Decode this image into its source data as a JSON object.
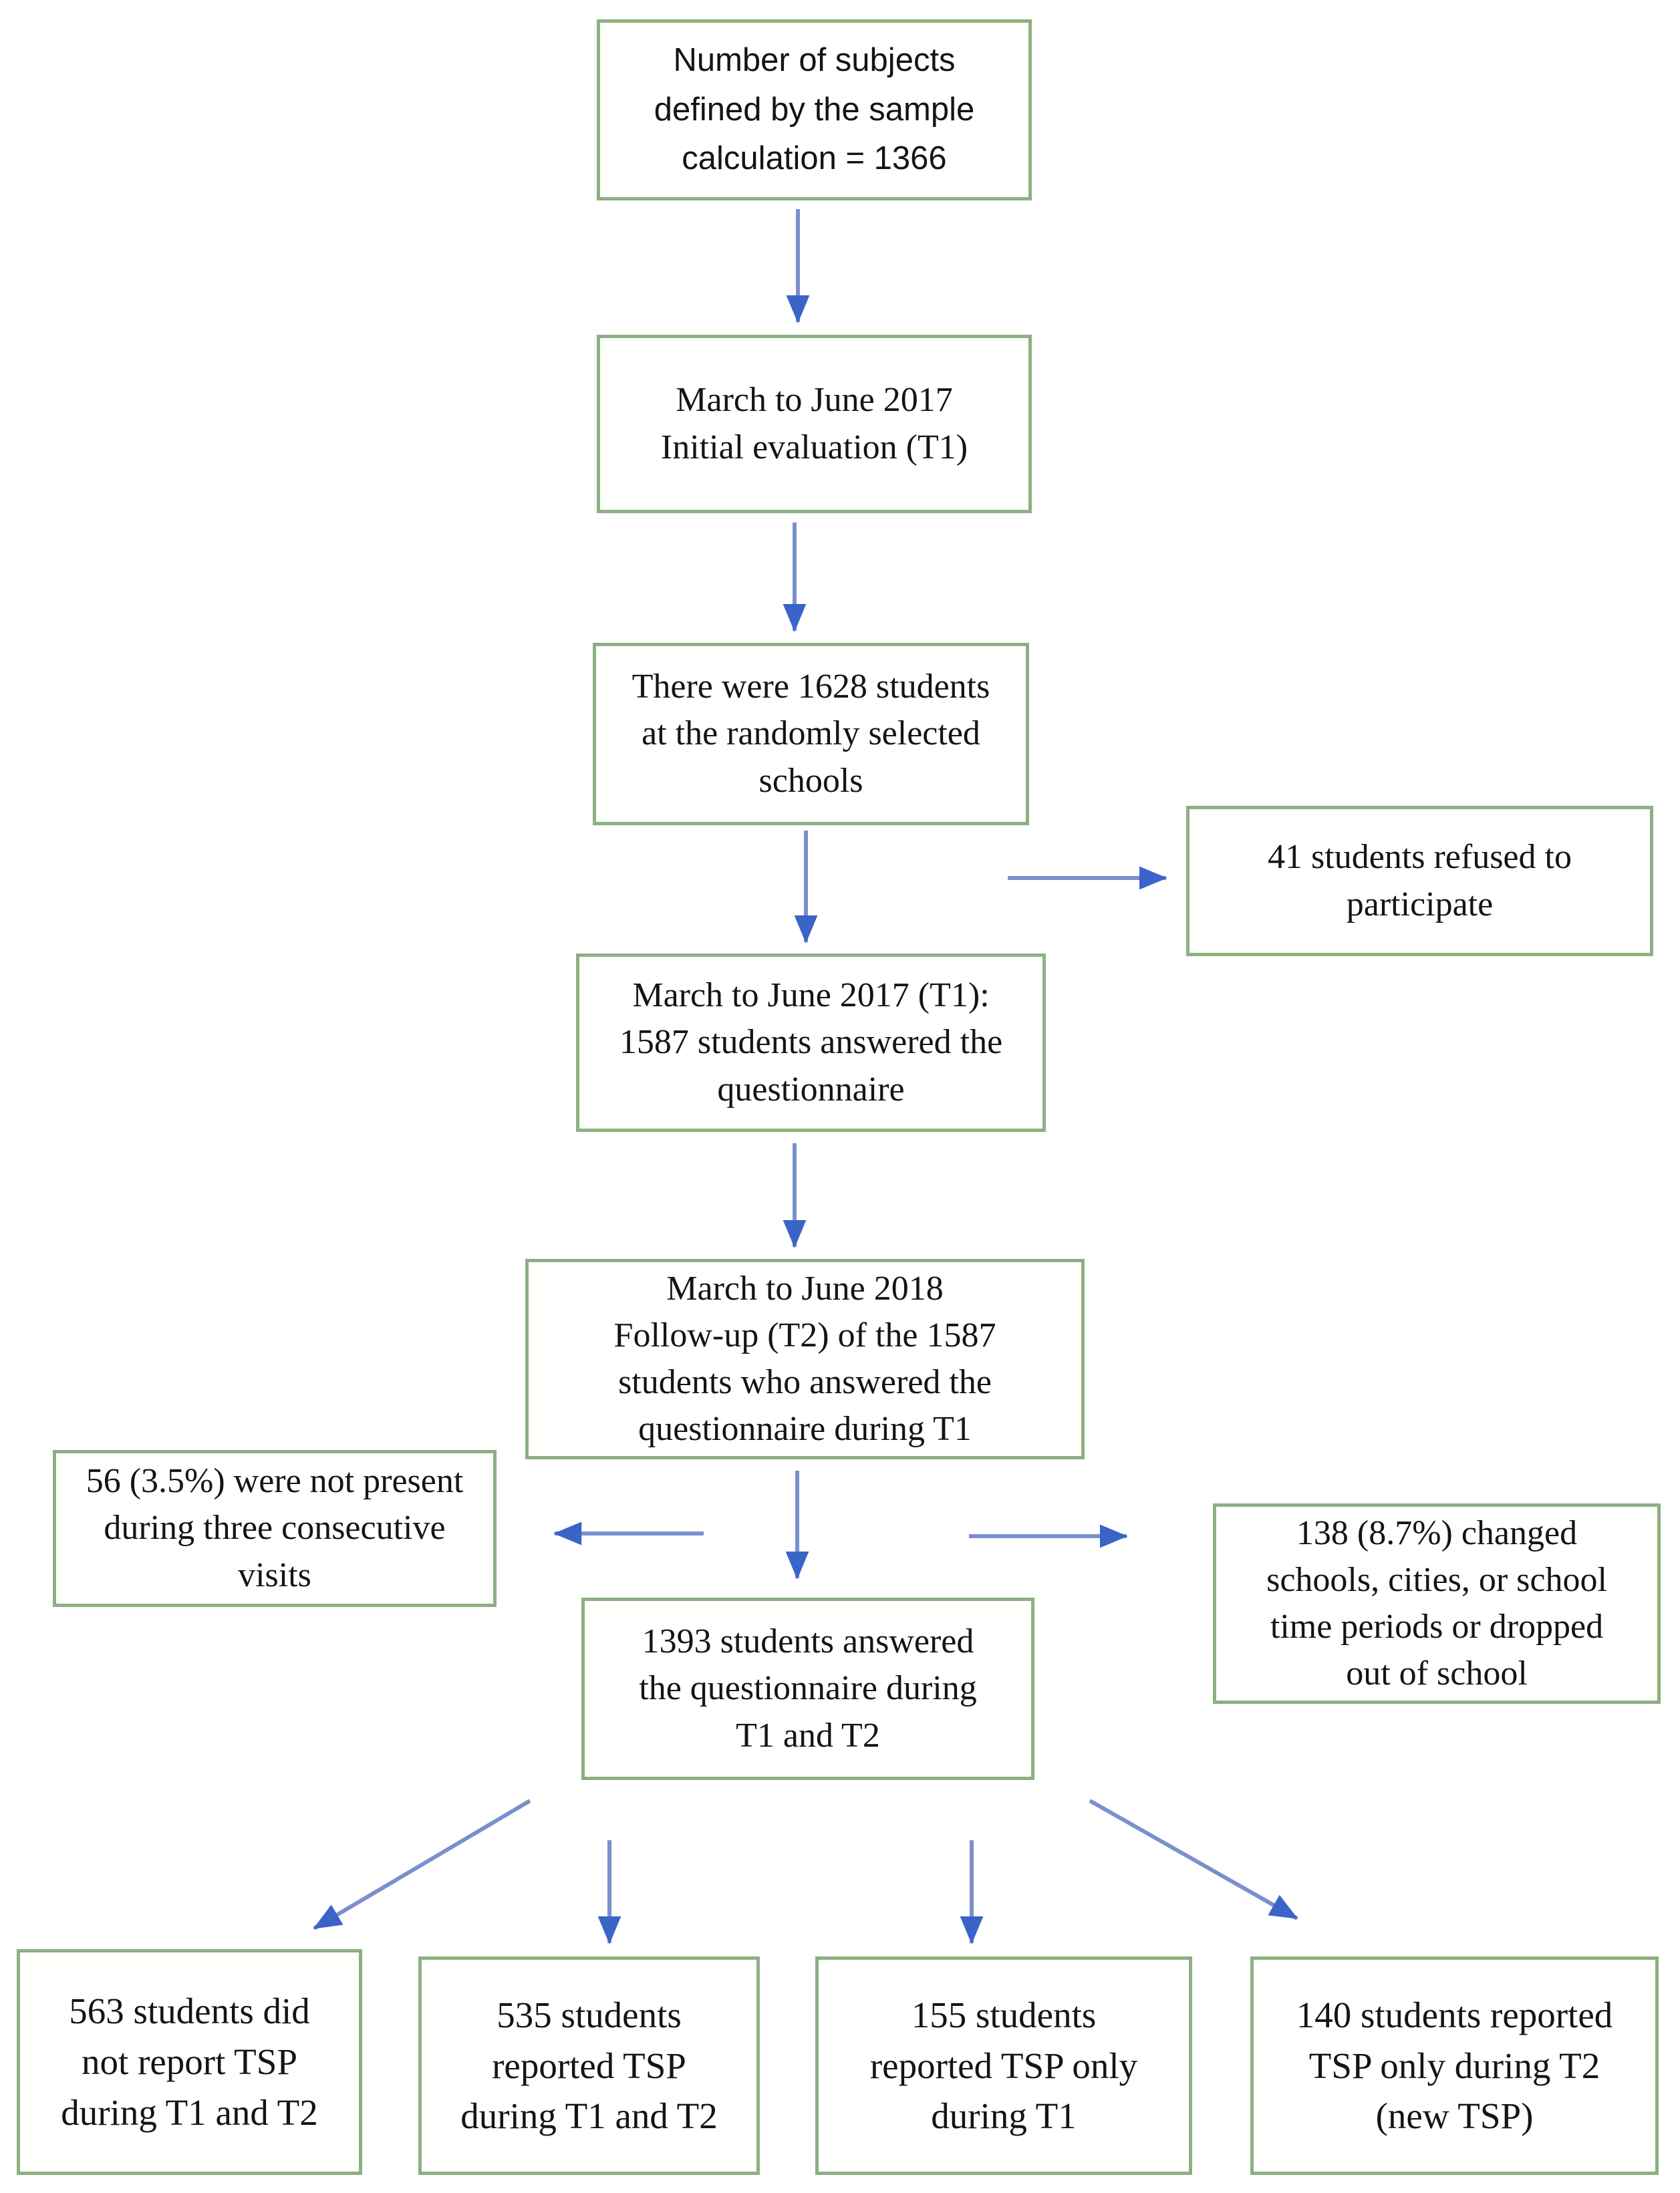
{
  "palette": {
    "box_border_green": "#8cb082",
    "arrow_stem_blue": "#7b8fcd",
    "arrow_head_blue": "#3b64c8",
    "text_color": "#141414",
    "background": "#ffffff"
  },
  "nodes": [
    {
      "id": "sample-calculation",
      "text": "Number of subjects\ndefined by the sample\ncalculation = 1366"
    },
    {
      "id": "t1-initial-evaluation",
      "text": "March to June 2017\nInitial evaluation (T1)"
    },
    {
      "id": "students-1628",
      "text": "There were 1628 students\nat the randomly selected\nschools"
    },
    {
      "id": "refused-41",
      "text": "41 students refused to\nparticipate"
    },
    {
      "id": "answered-t1-1587",
      "text": "March to June 2017 (T1):\n1587 students answered the\nquestionnaire"
    },
    {
      "id": "followup-t2",
      "text": "March to June 2018\nFollow-up (T2) of the 1587\nstudents who answered the\nquestionnaire during T1"
    },
    {
      "id": "not-present-56",
      "text": "56 (3.5%) were not present\nduring three consecutive\nvisits"
    },
    {
      "id": "changed-schools-138",
      "text": "138 (8.7%) changed\nschools, cities, or school\ntime periods or dropped\nout of school"
    },
    {
      "id": "answered-both-1393",
      "text": "1393 students answered\nthe questionnaire during\nT1 and T2"
    },
    {
      "id": "no-tsp-563",
      "text": "563 students did\nnot report TSP\nduring T1 and T2"
    },
    {
      "id": "tsp-both-535",
      "text": "535 students\nreported TSP\nduring T1 and T2"
    },
    {
      "id": "tsp-t1-only-155",
      "text": "155 students\nreported TSP only\nduring T1"
    },
    {
      "id": "tsp-t2-only-140",
      "text": "140 students reported\nTSP only during T2\n(new TSP)"
    }
  ]
}
